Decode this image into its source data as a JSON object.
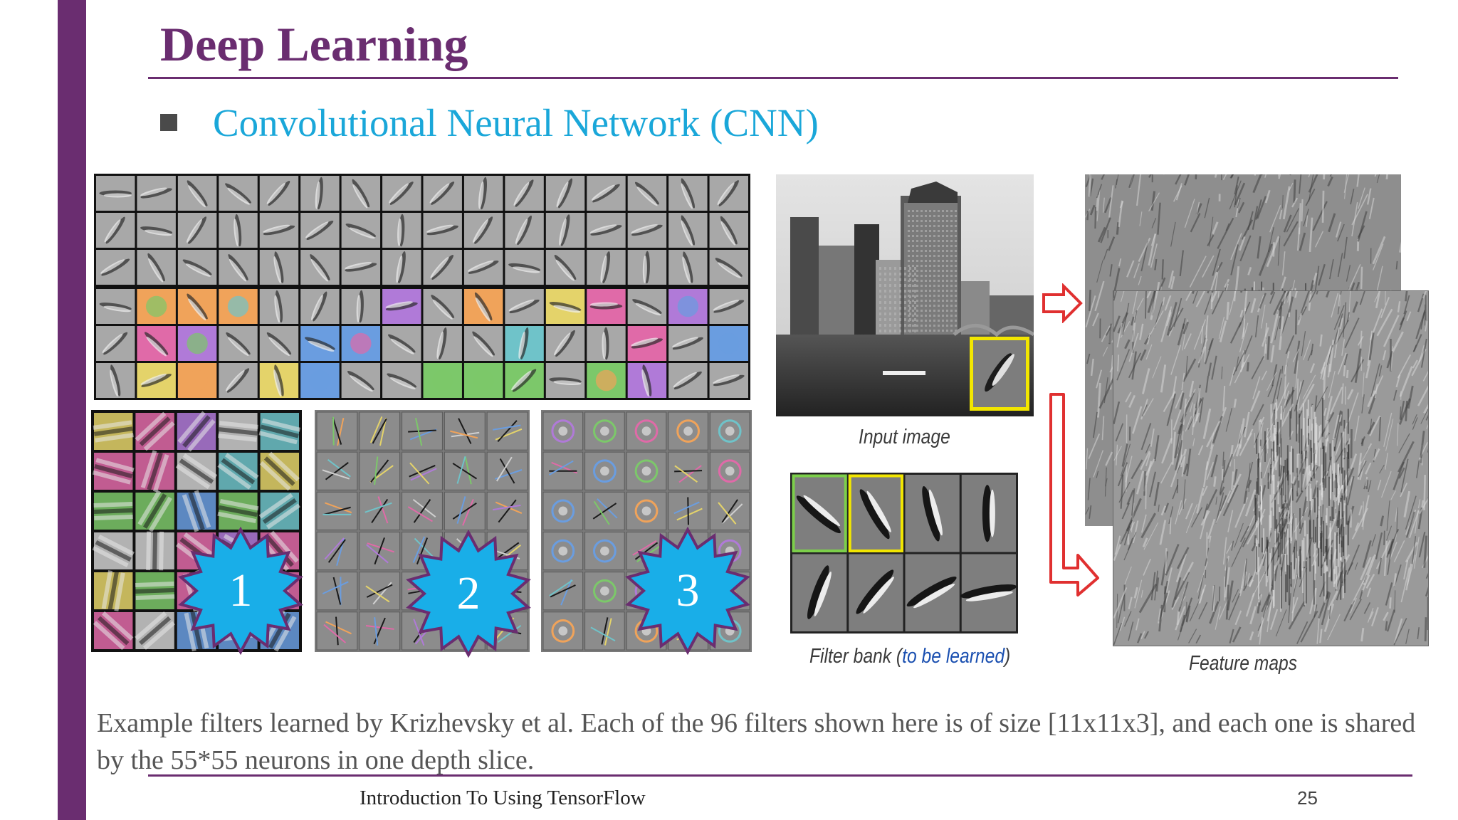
{
  "slide": {
    "title": "Deep Learning",
    "subtitle": "Convolutional Neural Network (CNN)",
    "caption": "Example filters learned by Krizhevsky et al. Each of the 96 filters shown here is of size [11x11x3], and each one is shared by the 55*55 neurons in one depth slice.",
    "footer": "Introduction To Using TensorFlow",
    "page_number": "25"
  },
  "figure": {
    "stars": [
      "1",
      "2",
      "3"
    ],
    "input_image_label": "Input image",
    "filter_bank_label_prefix": "Filter bank (",
    "filter_bank_label_accent": "to be learned",
    "filter_bank_label_suffix": ")",
    "feature_maps_label": "Feature maps"
  },
  "colors": {
    "accent_purple": "#6a2d70",
    "subtitle_blue": "#1aa7d9",
    "star_fill": "#19aee8",
    "arrow_red": "#e03030",
    "highlight_yellow": "#f2e600",
    "highlight_green": "#7ccf4a"
  }
}
